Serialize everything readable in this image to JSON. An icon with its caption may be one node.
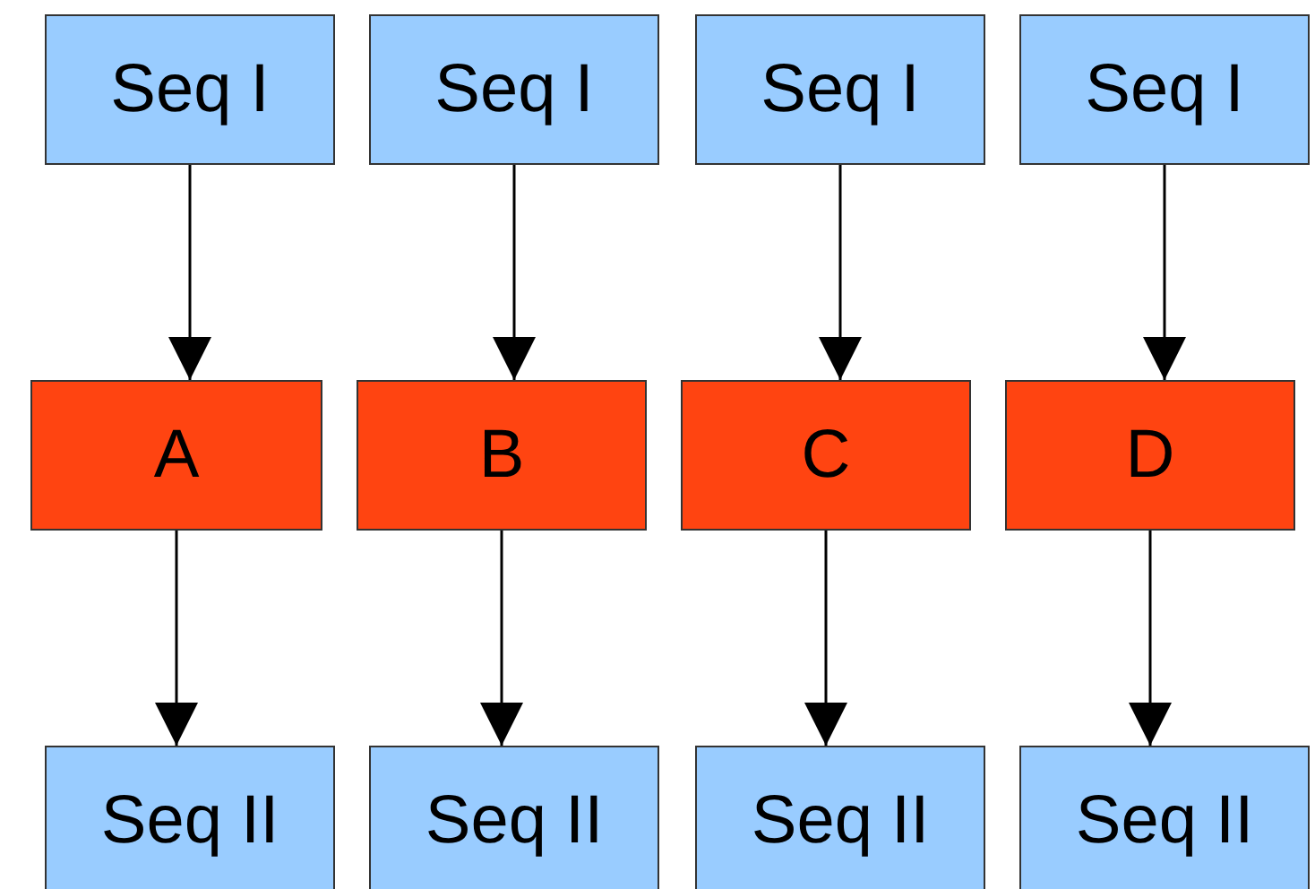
{
  "diagram": {
    "nodes": [
      {
        "text": [
          "Seq I"
        ]
      },
      {
        "text": [
          "Seq I"
        ]
      },
      {
        "text": [
          "Seq I"
        ]
      },
      {
        "text": [
          "Seq I"
        ]
      },
      {
        "text": [
          "A"
        ]
      },
      {
        "text": [
          "B"
        ]
      },
      {
        "text": [
          "C"
        ]
      },
      {
        "text": [
          "D"
        ]
      },
      {
        "text": [
          "Seq II"
        ]
      },
      {
        "text": [
          "Seq II"
        ]
      },
      {
        "text": [
          "Seq II"
        ]
      },
      {
        "text": [
          "Seq II"
        ]
      }
    ],
    "edges": [
      {
        "from": 0,
        "to": 4,
        "arrow": "to"
      },
      {
        "from": 4,
        "to": 8,
        "arrow": "to"
      },
      {
        "from": 1,
        "to": 5,
        "arrow": "to"
      },
      {
        "from": 5,
        "to": 9,
        "arrow": "to"
      },
      {
        "from": 2,
        "to": 6,
        "arrow": "to"
      },
      {
        "from": 6,
        "to": 10,
        "arrow": "to"
      },
      {
        "from": 3,
        "to": 7,
        "arrow": "to"
      },
      {
        "from": 7,
        "to": 11,
        "arrow": "to"
      }
    ]
  }
}
